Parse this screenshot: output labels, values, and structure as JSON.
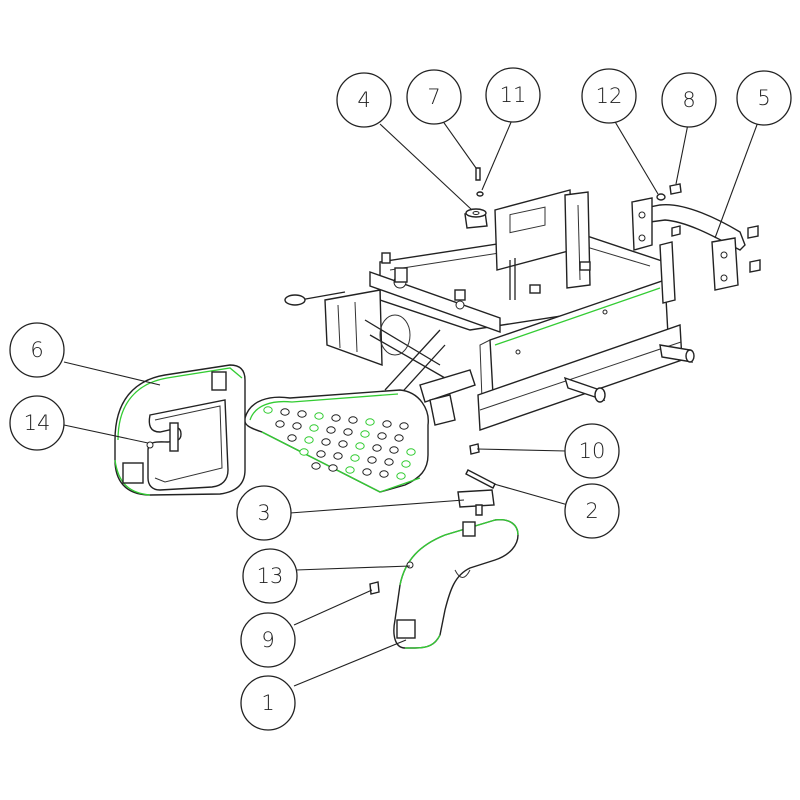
{
  "callouts": [
    {
      "id": "c4",
      "label": "4"
    },
    {
      "id": "c7",
      "label": "7"
    },
    {
      "id": "c11",
      "label": "11"
    },
    {
      "id": "c12",
      "label": "12"
    },
    {
      "id": "c8",
      "label": "8"
    },
    {
      "id": "c5",
      "label": "5"
    },
    {
      "id": "c6",
      "label": "6"
    },
    {
      "id": "c14",
      "label": "14"
    },
    {
      "id": "c10",
      "label": "10"
    },
    {
      "id": "c2",
      "label": "2"
    },
    {
      "id": "c3",
      "label": "3"
    },
    {
      "id": "c13",
      "label": "13"
    },
    {
      "id": "c9",
      "label": "9"
    },
    {
      "id": "c1",
      "label": "1"
    }
  ],
  "colors": {
    "outline": "#222222",
    "highlight": "#33cc33",
    "background": "#ffffff"
  }
}
